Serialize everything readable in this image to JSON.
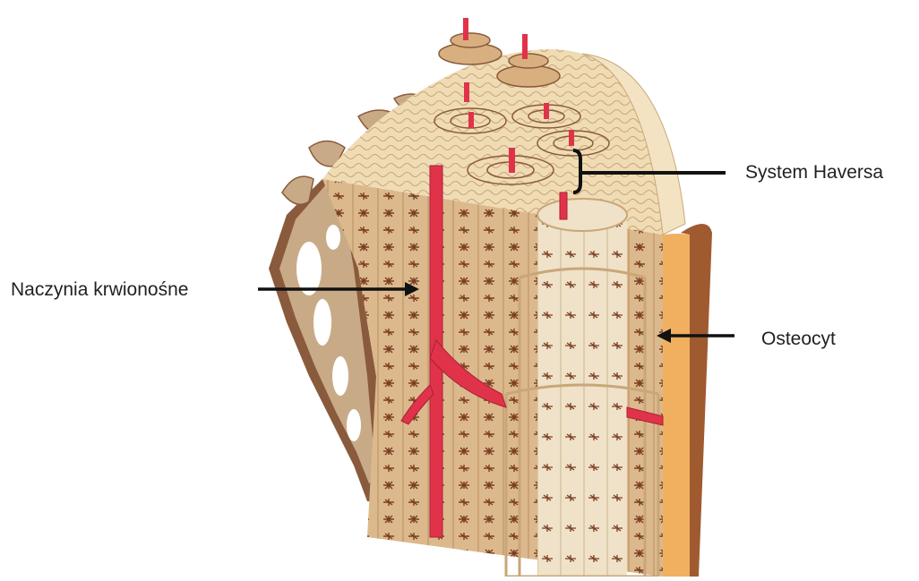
{
  "labels": {
    "haversian_system": "System Haversa",
    "blood_vessels": "Naczynia krwionośne",
    "osteocyte": "Osteocyt"
  },
  "colors": {
    "bone_light": "#f3e3c3",
    "bone_mid": "#e2c796",
    "bone_dark": "#c9a679",
    "spongy": "#c8ab86",
    "spongy_dark": "#8a5a3c",
    "vessel": "#e0334a",
    "vessel_dark": "#a8203a",
    "osteocyte": "#7a3d22",
    "periosteum": "#f0b060",
    "periosteum_dark": "#a05a30",
    "arrow": "#111111"
  }
}
